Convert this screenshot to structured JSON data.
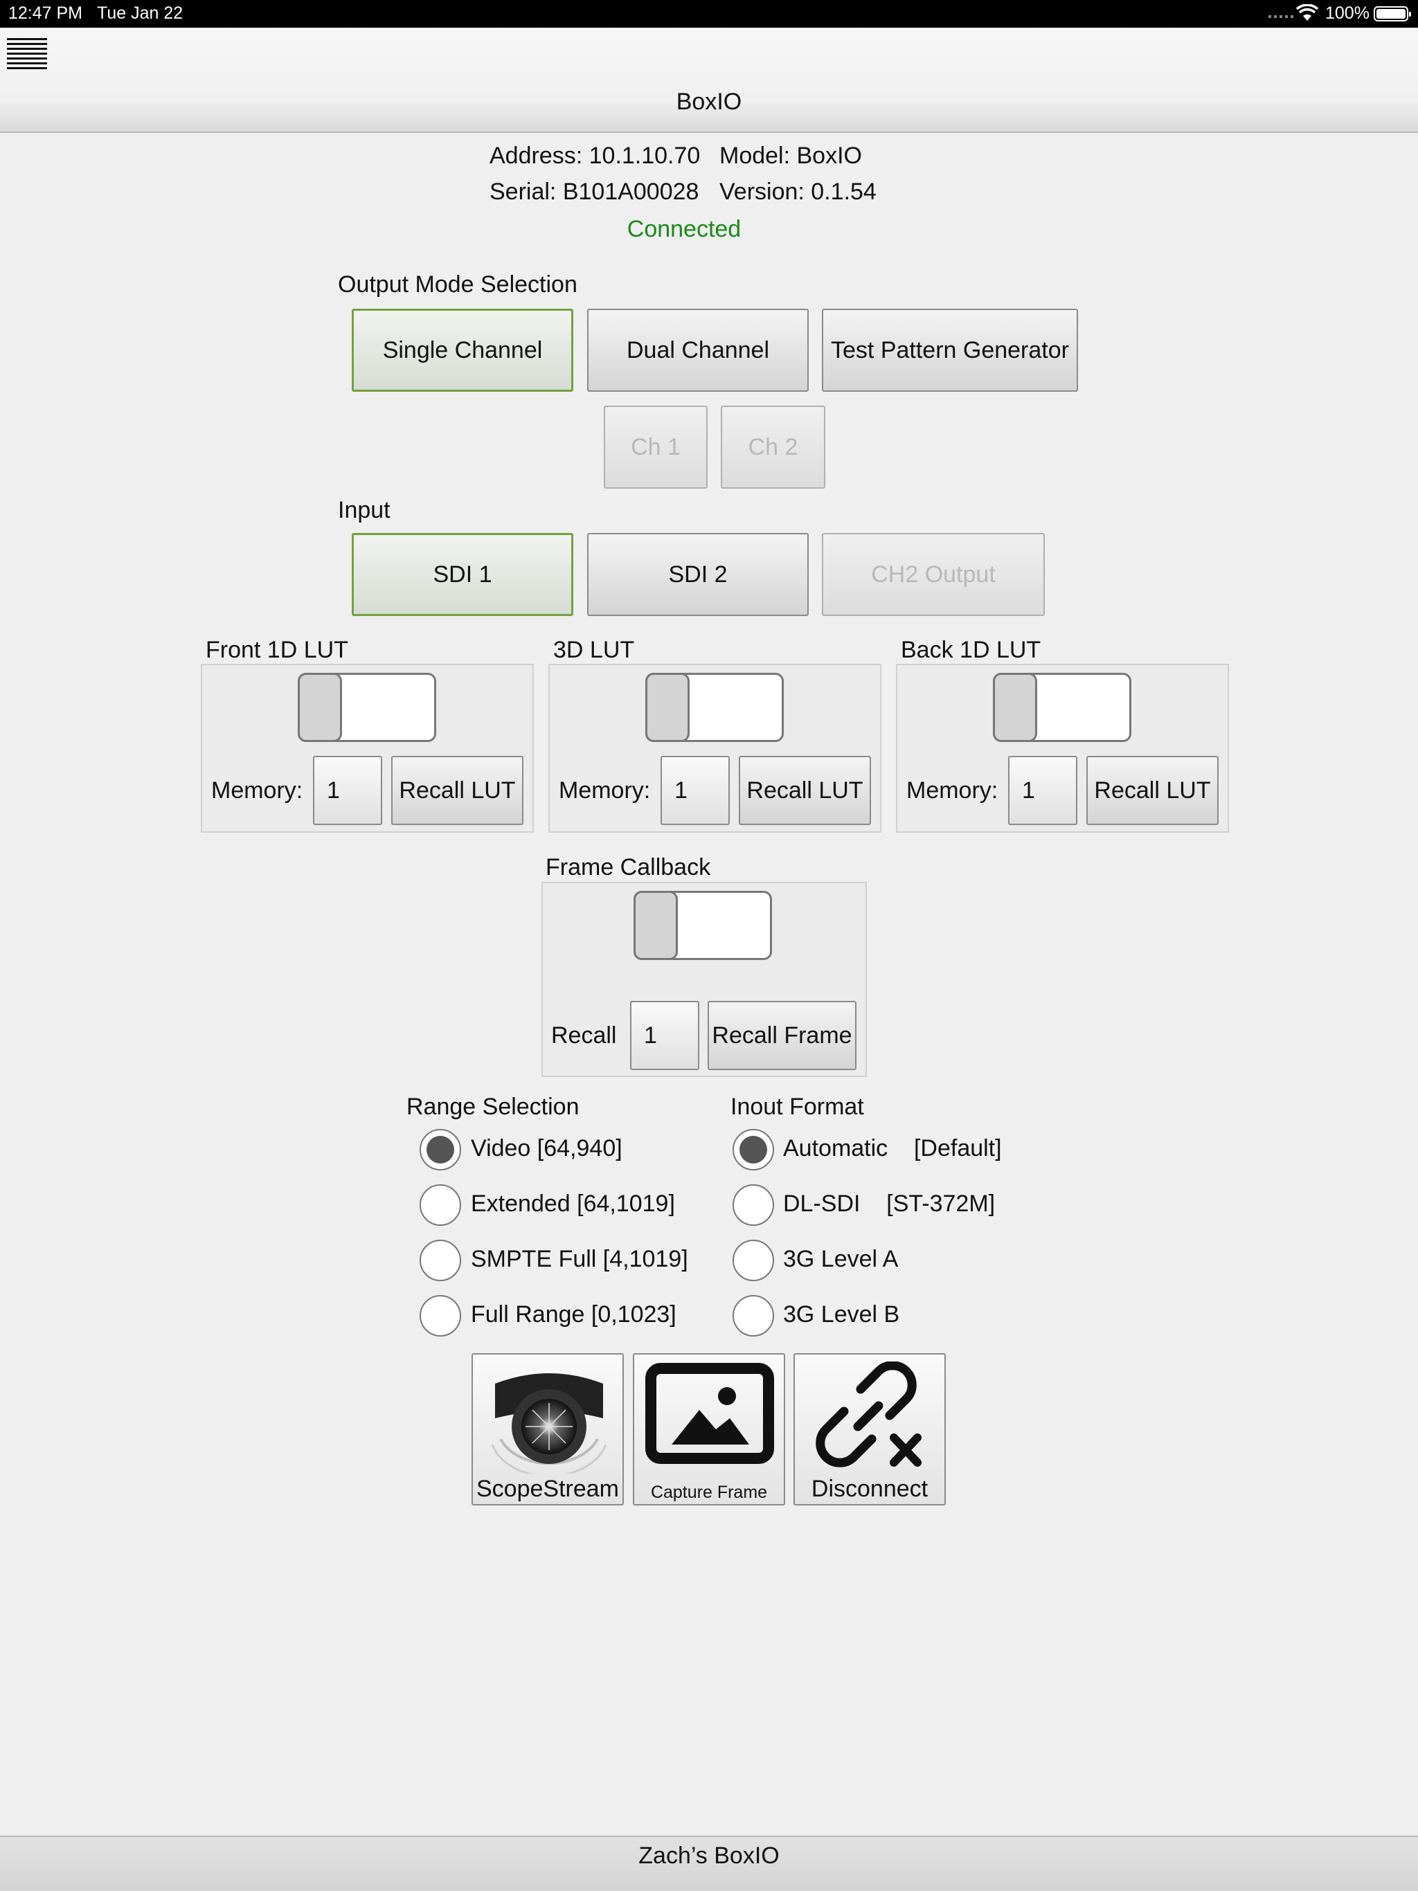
{
  "status_bar": {
    "time": "12:47 PM",
    "date": "Tue Jan 22",
    "battery": "100%"
  },
  "nav": {
    "title": "BoxIO"
  },
  "device": {
    "address": "Address: 10.1.10.70",
    "model": "Model: BoxIO",
    "serial": "Serial: B101A00028",
    "version": "Version: 0.1.54",
    "status": "Connected"
  },
  "output_mode": {
    "label": "Output Mode Selection",
    "buttons": [
      "Single Channel",
      "Dual Channel",
      "Test Pattern Generator"
    ],
    "selected": "Single Channel",
    "channels": [
      "Ch 1",
      "Ch 2"
    ]
  },
  "input": {
    "label": "Input",
    "buttons": [
      "SDI 1",
      "SDI 2",
      "CH2 Output"
    ],
    "selected": "SDI 1"
  },
  "luts": [
    {
      "title": "Front 1D LUT",
      "memory_label": "Memory:",
      "memory_value": "1",
      "recall_label": "Recall LUT",
      "enabled": false
    },
    {
      "title": "3D LUT",
      "memory_label": "Memory:",
      "memory_value": "1",
      "recall_label": "Recall LUT",
      "enabled": false
    },
    {
      "title": "Back 1D LUT",
      "memory_label": "Memory:",
      "memory_value": "1",
      "recall_label": "Recall LUT",
      "enabled": false
    }
  ],
  "frame_callback": {
    "title": "Frame Callback",
    "recall_label": "Recall",
    "value": "1",
    "button": "Recall Frame",
    "enabled": false
  },
  "range_selection": {
    "label": "Range Selection",
    "options": [
      "Video [64,940]",
      "Extended [64,1019]",
      "SMPTE Full [4,1019]",
      "Full Range [0,1023]"
    ],
    "selected": "Video [64,940]"
  },
  "inout_format": {
    "label": "Inout Format",
    "options": [
      "Automatic    [Default]",
      "DL-SDI    [ST-372M]",
      "3G Level A",
      "3G Level B"
    ],
    "selected": "Automatic    [Default]"
  },
  "actions": {
    "scopestream": "ScopeStream",
    "capture_frame": "Capture Frame",
    "disconnect": "Disconnect"
  },
  "footer": {
    "name": "Zach’s BoxIO"
  },
  "colors": {
    "selected_border": "#6fa33d",
    "connected": "#1a8a1a"
  }
}
